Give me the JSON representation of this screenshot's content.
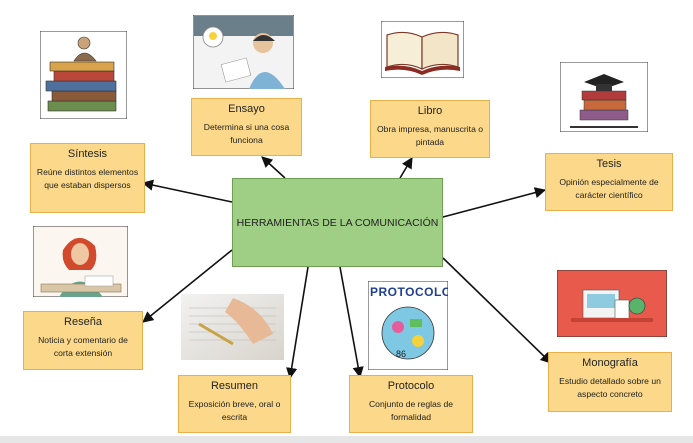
{
  "center": {
    "label": "HERRAMIENTAS DE LA COMUNICACIÓN"
  },
  "nodes": {
    "ensayo": {
      "title": "Ensayo",
      "desc": "Determina si una cosa funciona"
    },
    "libro": {
      "title": "Libro",
      "desc": "Obra impresa, manuscrita o pintada"
    },
    "tesis": {
      "title": "Tesis",
      "desc": "Opinión especialmente de carácter científico"
    },
    "sintesis": {
      "title": "Síntesis",
      "desc": "Reúne distintos elementos que estaban dispersos"
    },
    "resena": {
      "title": "Reseña",
      "desc": "Noticia y comentario de corta extensión"
    },
    "resumen": {
      "title": "Resumen",
      "desc": "Exposición breve, oral o escrita"
    },
    "protocolo": {
      "title": "Protocolo",
      "desc": "Conjunto de reglas de formalidad"
    },
    "monografia": {
      "title": "Monografía",
      "desc": "Estudio detallado sobre un aspecto concreto"
    }
  },
  "images": {
    "protocolo_sign": "PROTOCOLO"
  }
}
